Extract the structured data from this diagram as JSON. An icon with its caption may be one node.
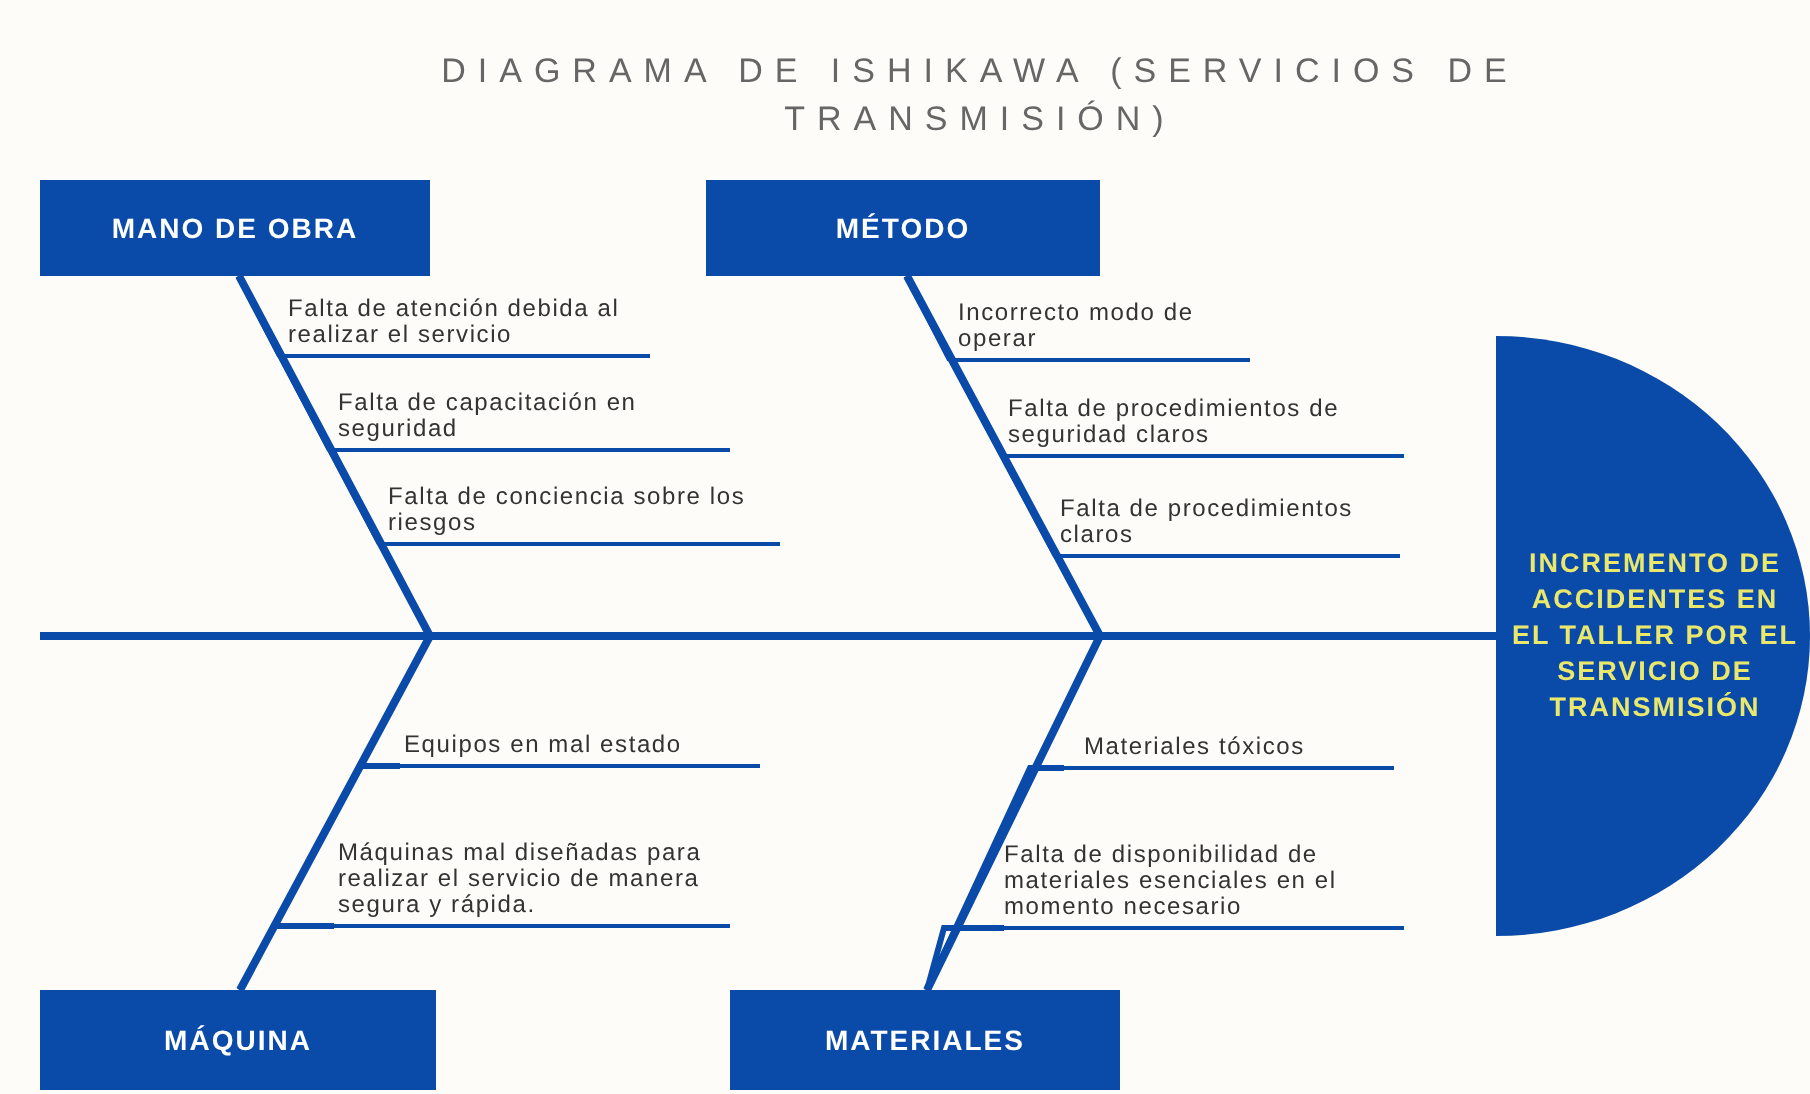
{
  "diagram": {
    "title": "DIAGRAMA DE ISHIKAWA (SERVICIOS DE TRANSMISIÓN)",
    "nodes": [
      {
        "text": [
          "MANO DE OBRA"
        ]
      },
      {
        "text": [
          "MÉTODO"
        ]
      },
      {
        "text": [
          "Falta de atención debida al realizar el servicio"
        ]
      },
      {
        "text": [
          "Falta de capacitación en seguridad"
        ]
      },
      {
        "text": [
          "Falta de conciencia sobre los riesgos"
        ]
      },
      {
        "text": [
          "Incorrecto modo de operar"
        ]
      },
      {
        "text": [
          "Falta de procedimientos de seguridad claros"
        ]
      },
      {
        "text": [
          "Falta de procedimientos claros"
        ]
      },
      {
        "text": [
          "INCREMENTO DE ACCIDENTES EN EL TALLER POR EL SERVICIO DE TRANSMISIÓN"
        ]
      },
      {
        "text": [
          "Equipos en mal estado"
        ]
      },
      {
        "text": [
          "Máquinas mal diseñadas para realizar el servicio de manera segura y rápida."
        ]
      },
      {
        "text": [
          "Materiales tóxicos"
        ]
      },
      {
        "text": [
          "Falta de disponibilidad de materiales esenciales en el momento necesario"
        ]
      },
      {
        "text": [
          "MÁQUINA"
        ]
      },
      {
        "text": [
          "MATERIALES"
        ]
      }
    ],
    "edges": [
      {
        "from": 2,
        "to": 0,
        "arrow": "none"
      },
      {
        "from": 3,
        "to": 0,
        "arrow": "none"
      },
      {
        "from": 4,
        "to": 0,
        "arrow": "none"
      },
      {
        "from": 5,
        "to": 1,
        "arrow": "none"
      },
      {
        "from": 6,
        "to": 1,
        "arrow": "none"
      },
      {
        "from": 7,
        "to": 1,
        "arrow": "none"
      },
      {
        "from": 9,
        "to": 13,
        "arrow": "none"
      },
      {
        "from": 10,
        "to": 13,
        "arrow": "none"
      },
      {
        "from": 11,
        "to": 14,
        "arrow": "none"
      },
      {
        "from": 12,
        "to": 14,
        "arrow": "none"
      },
      {
        "from": 0,
        "to": 8,
        "arrow": "none"
      },
      {
        "from": 1,
        "to": 8,
        "arrow": "none"
      },
      {
        "from": 13,
        "to": 8,
        "arrow": "none"
      },
      {
        "from": 14,
        "to": 8,
        "arrow": "none"
      }
    ]
  }
}
